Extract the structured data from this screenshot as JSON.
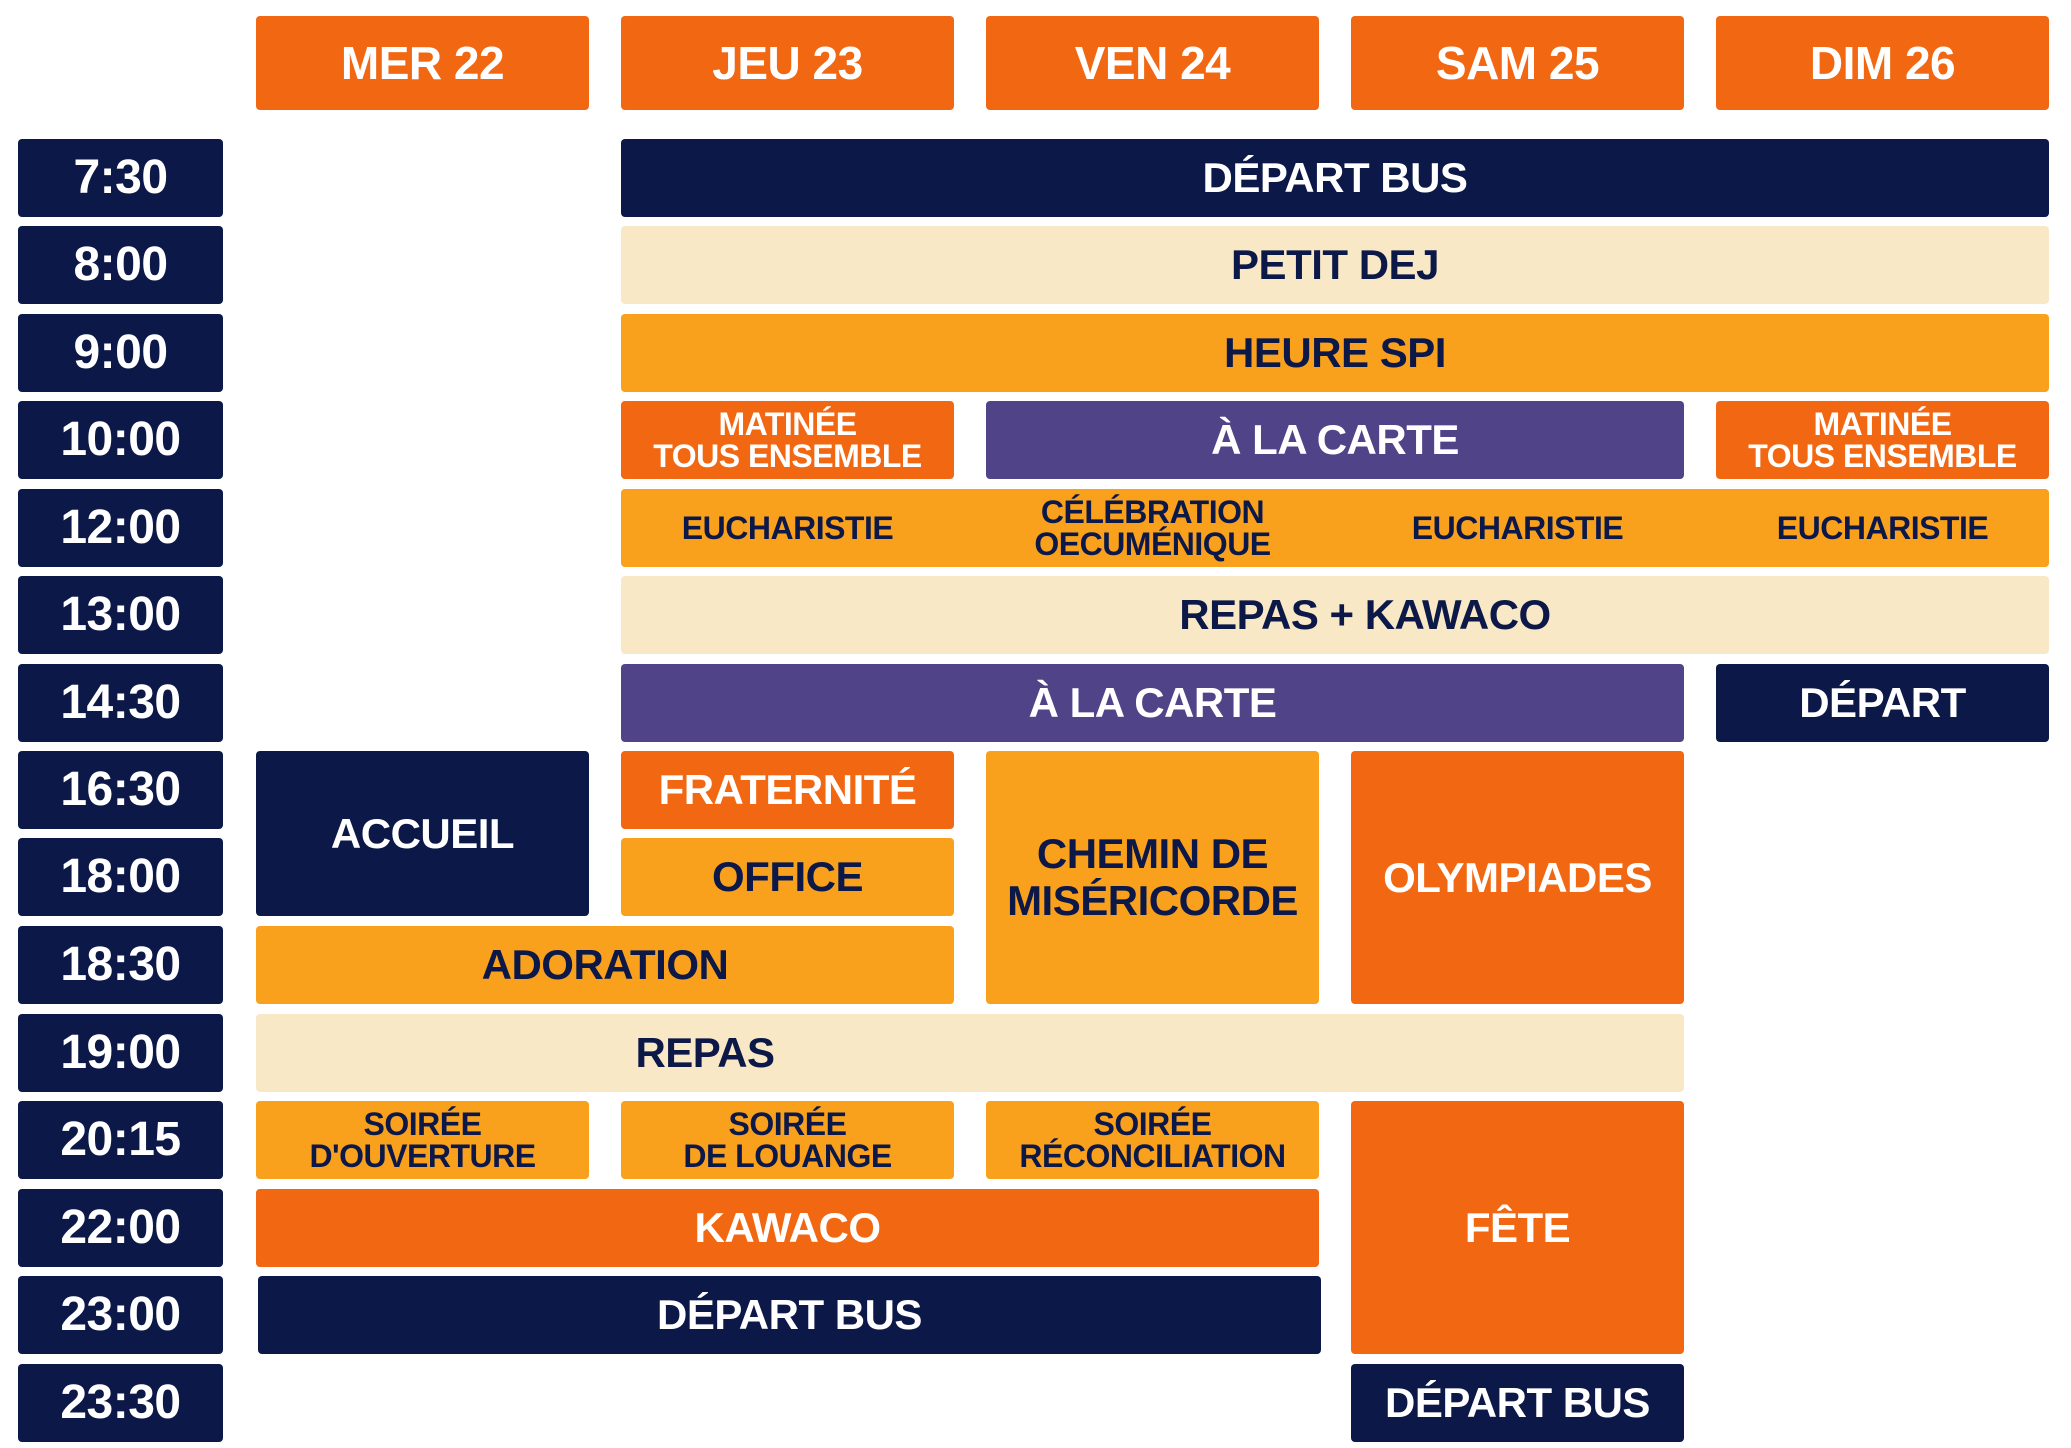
{
  "days": [
    "MER 22",
    "JEU 23",
    "VEN 24",
    "SAM 25",
    "DIM 26"
  ],
  "times": [
    "7:30",
    "8:00",
    "9:00",
    "10:00",
    "12:00",
    "13:00",
    "14:30",
    "16:30",
    "18:00",
    "18:30",
    "19:00",
    "20:15",
    "22:00",
    "23:00",
    "23:30"
  ],
  "events": {
    "depart_bus_morning": "DÉPART BUS",
    "petit_dej": "PETIT DEJ",
    "heure_spi": "HEURE SPI",
    "matinee_jeu": "MATINÉE\nTOUS ENSEMBLE",
    "a_la_carte_morning": "À LA CARTE",
    "matinee_dim": "MATINÉE\nTOUS ENSEMBLE",
    "eucharistie_jeu": "EUCHARISTIE",
    "celebration_ven": "CÉLÉBRATION\nOECUMÉNIQUE",
    "eucharistie_sam": "EUCHARISTIE",
    "eucharistie_dim": "EUCHARISTIE",
    "repas_kawaco": "REPAS + KAWACO",
    "a_la_carte_afternoon": "À LA CARTE",
    "depart_dim": "DÉPART",
    "accueil": "ACCUEIL",
    "fraternite": "FRATERNITÉ",
    "office": "OFFICE",
    "chemin": "CHEMIN DE\nMISÉRICORDE",
    "olympiades": "OLYMPIADES",
    "adoration": "ADORATION",
    "repas": "REPAS",
    "soiree_ouverture": "SOIRÉE\nD'OUVERTURE",
    "soiree_louange": "SOIRÉE\nDE LOUANGE",
    "soiree_reconciliation": "SOIRÉE\nRÉCONCILIATION",
    "fete": "FÊTE",
    "kawaco": "KAWACO",
    "depart_bus_night": "DÉPART BUS",
    "depart_bus_sam": "DÉPART BUS"
  },
  "colors": {
    "navy": "#0c1848",
    "orange": "#f26711",
    "amber": "#f9a11c",
    "cream": "#f9e8c6",
    "purple": "#514388"
  }
}
